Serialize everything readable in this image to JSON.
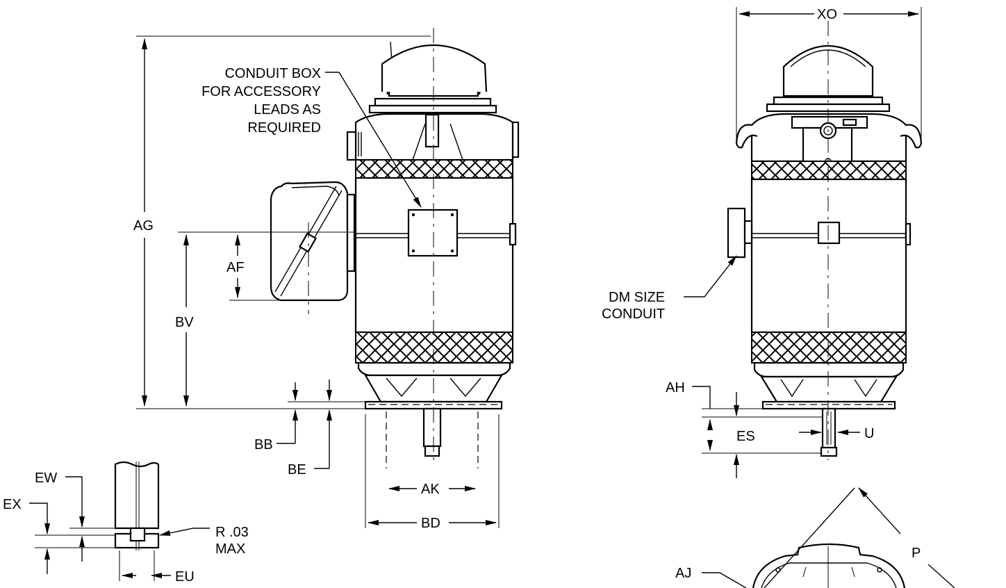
{
  "labels": {
    "conduit_box": [
      "CONDUIT BOX",
      "FOR ACCESSORY",
      "LEADS AS",
      "REQUIRED"
    ],
    "ag": "AG",
    "af": "AF",
    "bv": "BV",
    "bb": "BB",
    "be": "BE",
    "ak": "AK",
    "bd": "BD",
    "ew": "EW",
    "ex": "EX",
    "eu": "EU",
    "radius": [
      "R .03",
      "MAX"
    ],
    "xo": "XO",
    "dm": [
      "DM SIZE",
      "CONDUIT"
    ],
    "ah": "AH",
    "es": "ES",
    "u": "U",
    "p": "P",
    "aj": "AJ"
  },
  "colors": {
    "line": "#000000",
    "background": "#ffffff"
  }
}
